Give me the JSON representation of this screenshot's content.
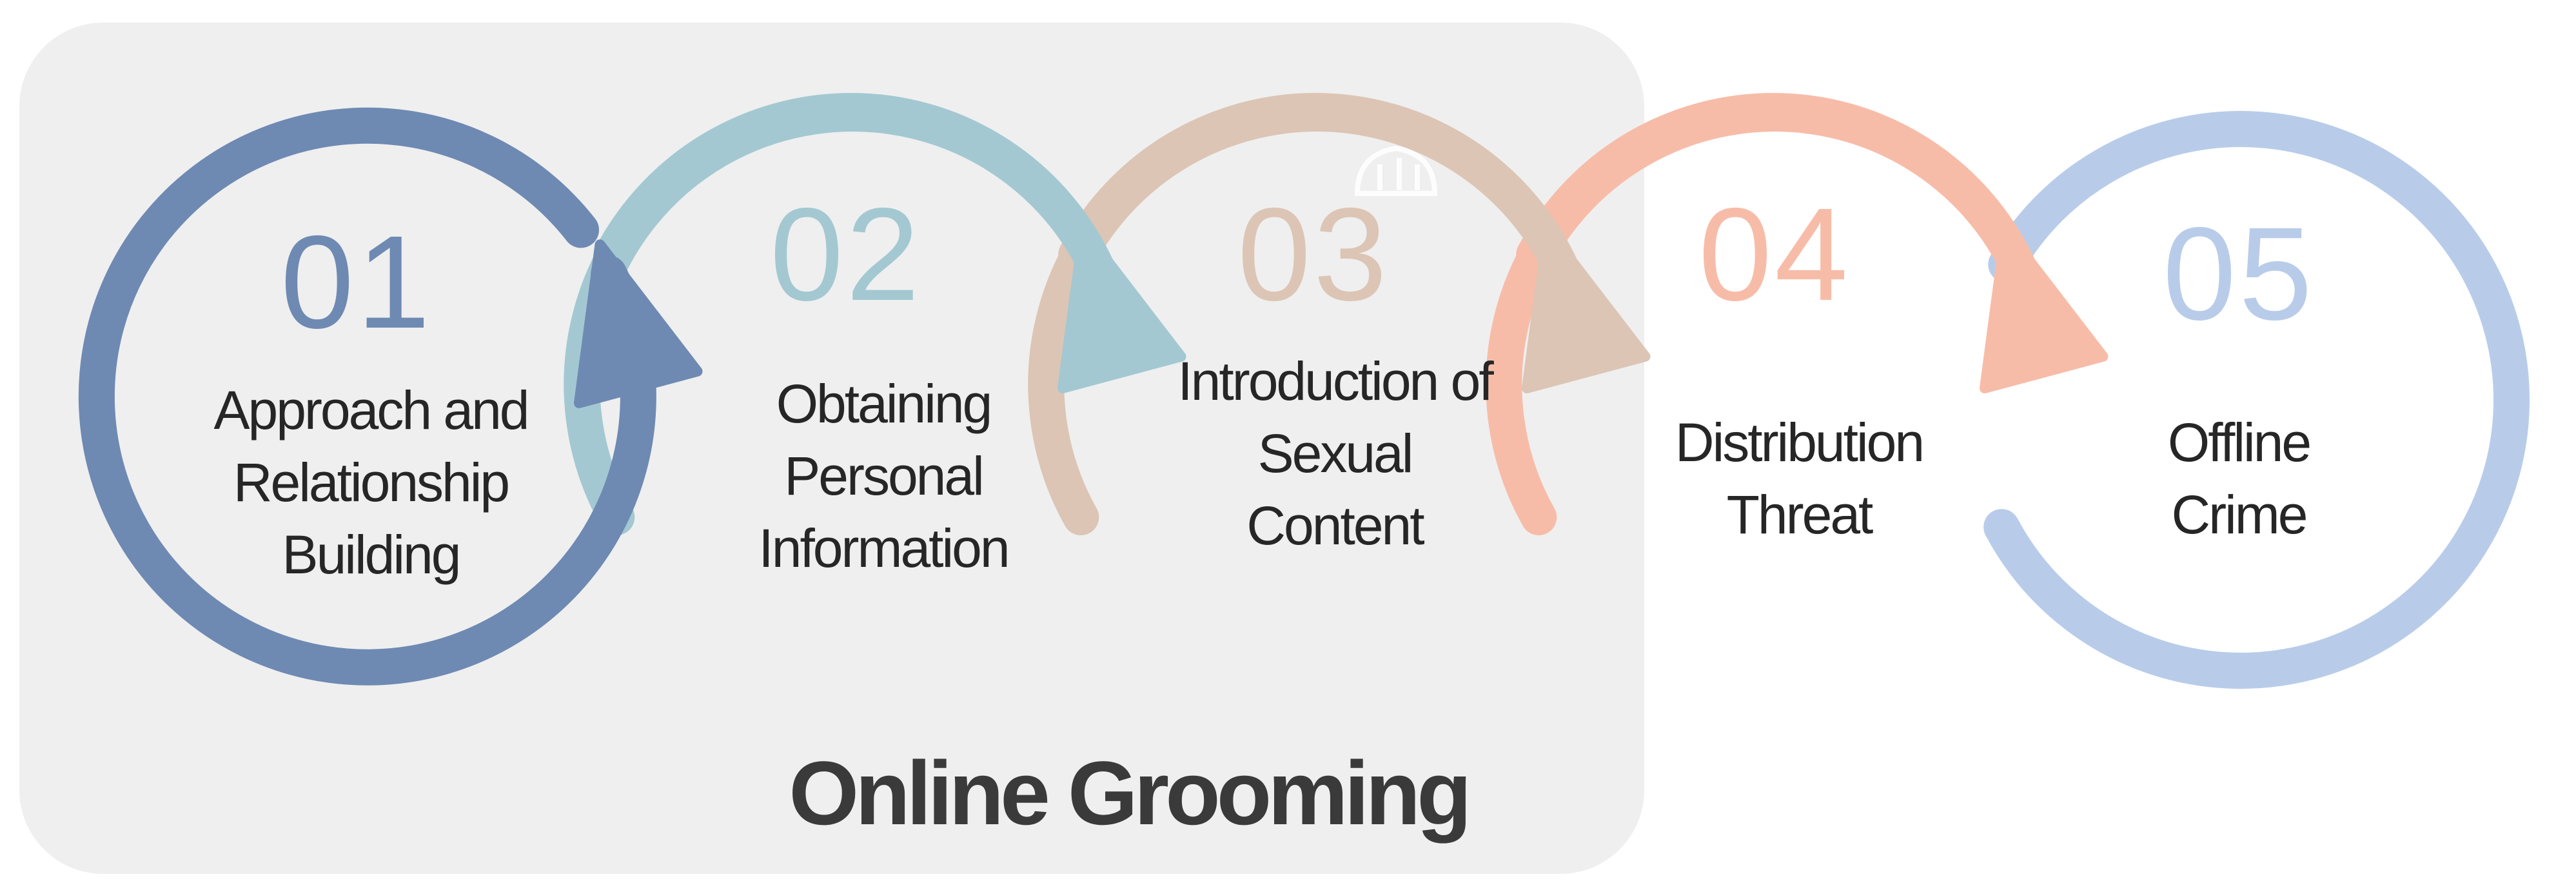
{
  "diagram": {
    "group_label": "Online Grooming",
    "colors": {
      "group_background": "#efefef",
      "label_text": "#262626",
      "group_label_text": "#3a3a3a"
    },
    "steps": [
      {
        "number": "01",
        "label_lines": [
          "Approach and",
          "Relationship",
          "Building"
        ],
        "color": "#6e8ab3",
        "in_group": true
      },
      {
        "number": "02",
        "label_lines": [
          "Obtaining",
          "Personal",
          "Information"
        ],
        "color": "#a3c8d1",
        "in_group": true
      },
      {
        "number": "03",
        "label_lines": [
          "Introduction of",
          "Sexual",
          "Content"
        ],
        "color": "#dcc5b5",
        "in_group": true
      },
      {
        "number": "04",
        "label_lines": [
          "Distribution",
          "Threat"
        ],
        "color": "#f7bca8",
        "in_group": false
      },
      {
        "number": "05",
        "label_lines": [
          "Offline",
          "Crime"
        ],
        "color": "#b8ccea",
        "in_group": false
      }
    ]
  }
}
